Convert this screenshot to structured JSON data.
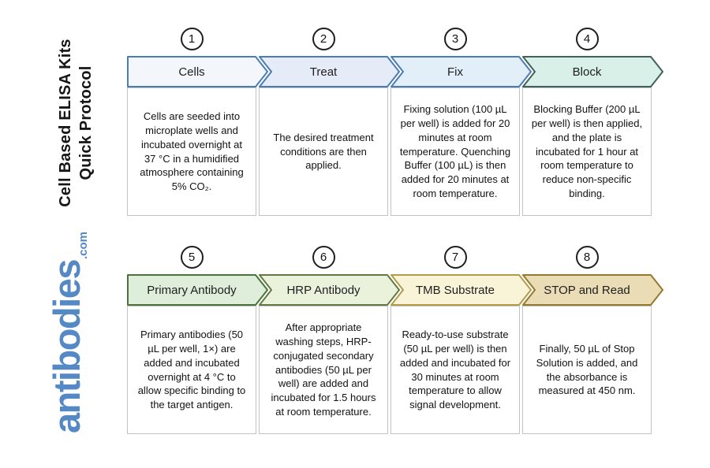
{
  "sidebar": {
    "title_line1": "Cell Based ELISA Kits",
    "title_line2": "Quick Protocol",
    "logo_text": "antibodies",
    "logo_suffix": ".com",
    "logo_color": "#5489c5"
  },
  "steps": [
    {
      "number": "1",
      "label": "Cells",
      "description": "Cells are seeded into microplate wells and incubated overnight at 37 °C in a humidified atmosphere containing 5% CO₂.",
      "fill": "#f3f7fb",
      "border": "#4c7db2"
    },
    {
      "number": "2",
      "label": "Treat",
      "description": "The desired treatment conditions are then applied.",
      "fill": "#e6ebf8",
      "border": "#4c7db2"
    },
    {
      "number": "3",
      "label": "Fix",
      "description": "Fixing solution (100 µL per well) is added for 20 minutes at room temperature. Quenching Buffer (100 µL) is then added for 20 minutes at room temperature.",
      "fill": "#e2eef8",
      "border": "#4c7db2"
    },
    {
      "number": "4",
      "label": "Block",
      "description": "Blocking Buffer (200 µL per well) is then applied, and the plate is incubated for 1 hour at room temperature to reduce non-specific binding.",
      "fill": "#d9f0e8",
      "border": "#42605c"
    },
    {
      "number": "5",
      "label": "Primary Antibody",
      "description": "Primary antibodies (50 µL per well, 1×) are added and incubated overnight at 4 °C to allow specific binding to the target antigen.",
      "fill": "#dfeedb",
      "border": "#4a7239"
    },
    {
      "number": "6",
      "label": "HRP Antibody",
      "description": "After appropriate washing steps, HRP-conjugated secondary antibodies (50 µL per well) are added and incubated for 1.5 hours at room temperature.",
      "fill": "#ebf2dc",
      "border": "#627a41"
    },
    {
      "number": "7",
      "label": "TMB Substrate",
      "description": "Ready-to-use substrate (50 µL per well) is then added and incubated for 30 minutes at room temperature to allow signal development.",
      "fill": "#f9f4d8",
      "border": "#b29b49"
    },
    {
      "number": "8",
      "label": "STOP and Read",
      "description": "Finally, 50 µL of Stop Solution is added, and the absorbance is measured at 450 nm.",
      "fill": "#eaddb6",
      "border": "#97782f"
    }
  ]
}
